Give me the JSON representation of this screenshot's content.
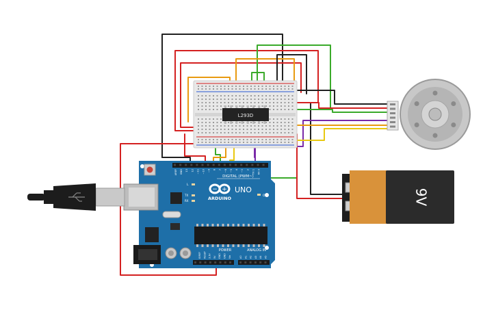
{
  "arduino": {
    "brand": "ARDUINO",
    "model": "UNO",
    "digital_label": "DIGITAL (PWM~)",
    "power_label": "POWER",
    "analog_label": "ANALOG IN",
    "led_on": "ON",
    "led_l": "L",
    "led_tx": "TX",
    "led_rx": "RX",
    "top_pins": [
      "AREF",
      "GND",
      "13",
      "12",
      "~11",
      "~10",
      "~9",
      "8",
      "7",
      "~6",
      "~5",
      "4",
      "~3",
      "2",
      "TX 1",
      "RX 0"
    ],
    "power_pins": [
      "IOREF",
      "RESET",
      "3.3V",
      "5V",
      "GND",
      "GND",
      "Vin"
    ],
    "analog_pins": [
      "A0",
      "A1",
      "A2",
      "A3",
      "A4",
      "A5"
    ]
  },
  "driver_chip": {
    "label": "L293D"
  },
  "battery": {
    "label": "9V"
  },
  "colors": {
    "wire_red": "#d42020",
    "wire_black": "#202020",
    "wire_green": "#3aaa2a",
    "wire_orange": "#e89a10",
    "wire_yellow": "#e8c810",
    "wire_purple": "#7a2aa8",
    "board_blue": "#1e6fa8",
    "battery_body": "#2b2b2b",
    "battery_label": "#d9923a"
  }
}
